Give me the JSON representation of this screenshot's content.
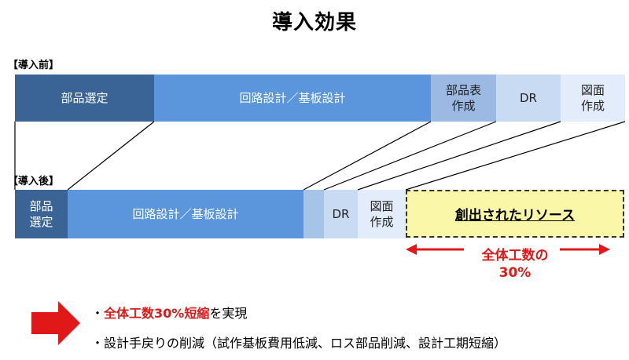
{
  "title": "導入効果",
  "before": {
    "label": "【導入前】",
    "segments": [
      {
        "label": "部品選定"
      },
      {
        "label": "回路設計／基板設計"
      },
      {
        "label": "部品表\n作成"
      },
      {
        "label": "DR"
      },
      {
        "label": "図面\n作成"
      }
    ]
  },
  "after": {
    "label": "【導入後】",
    "segments": [
      {
        "label": "部品\n選定"
      },
      {
        "label": "回路設計／基板設計"
      },
      {
        "label": ""
      },
      {
        "label": "DR"
      },
      {
        "label": "図面\n作成"
      }
    ],
    "resource_label": "創出されたリソース"
  },
  "savings": {
    "line1": "全体工数の",
    "line2": "30%"
  },
  "bullets": {
    "b1_prefix": "・",
    "b1_highlight": "全体工数30%短縮",
    "b1_suffix": "を実現",
    "b2": "・設計手戻りの削減（試作基板費用低減、ロス部品削減、設計工期短縮）"
  },
  "colors": {
    "dark": "#3a6496",
    "mid": "#5b96dc",
    "accent_red": "#e11818",
    "resource_fill": "#fbf7a8"
  }
}
